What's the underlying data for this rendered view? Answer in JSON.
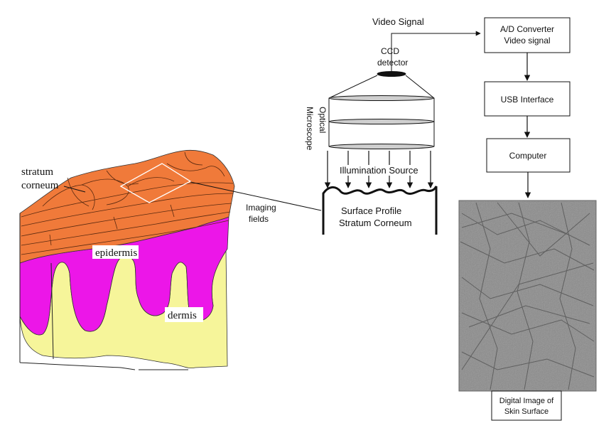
{
  "labels": {
    "video_signal": "Video Signal",
    "ccd_line1": "CCD",
    "ccd_line2": "detector",
    "optical": "Optical",
    "microscope": "Microscope",
    "illumination": "Illumination Source",
    "imaging_line1": "Imaging",
    "imaging_line2": "fields",
    "surface_line1": "Surface Profile",
    "surface_line2": "Stratum Corneum",
    "stratum_line1": "stratum",
    "stratum_line2": "corneum",
    "epidermis": "epidermis",
    "dermis": "dermis"
  },
  "flow": {
    "adc_line1": "A/D Converter",
    "adc_line2": "Video signal",
    "usb": "USB Interface",
    "computer": "Computer",
    "image_line1": "Digital Image of",
    "image_line2": "Skin Surface"
  },
  "colors": {
    "stratum": "#f07a3a",
    "epidermis": "#ec16e8",
    "dermis": "#f6f59a",
    "image_bg": "#8a8a8a"
  }
}
